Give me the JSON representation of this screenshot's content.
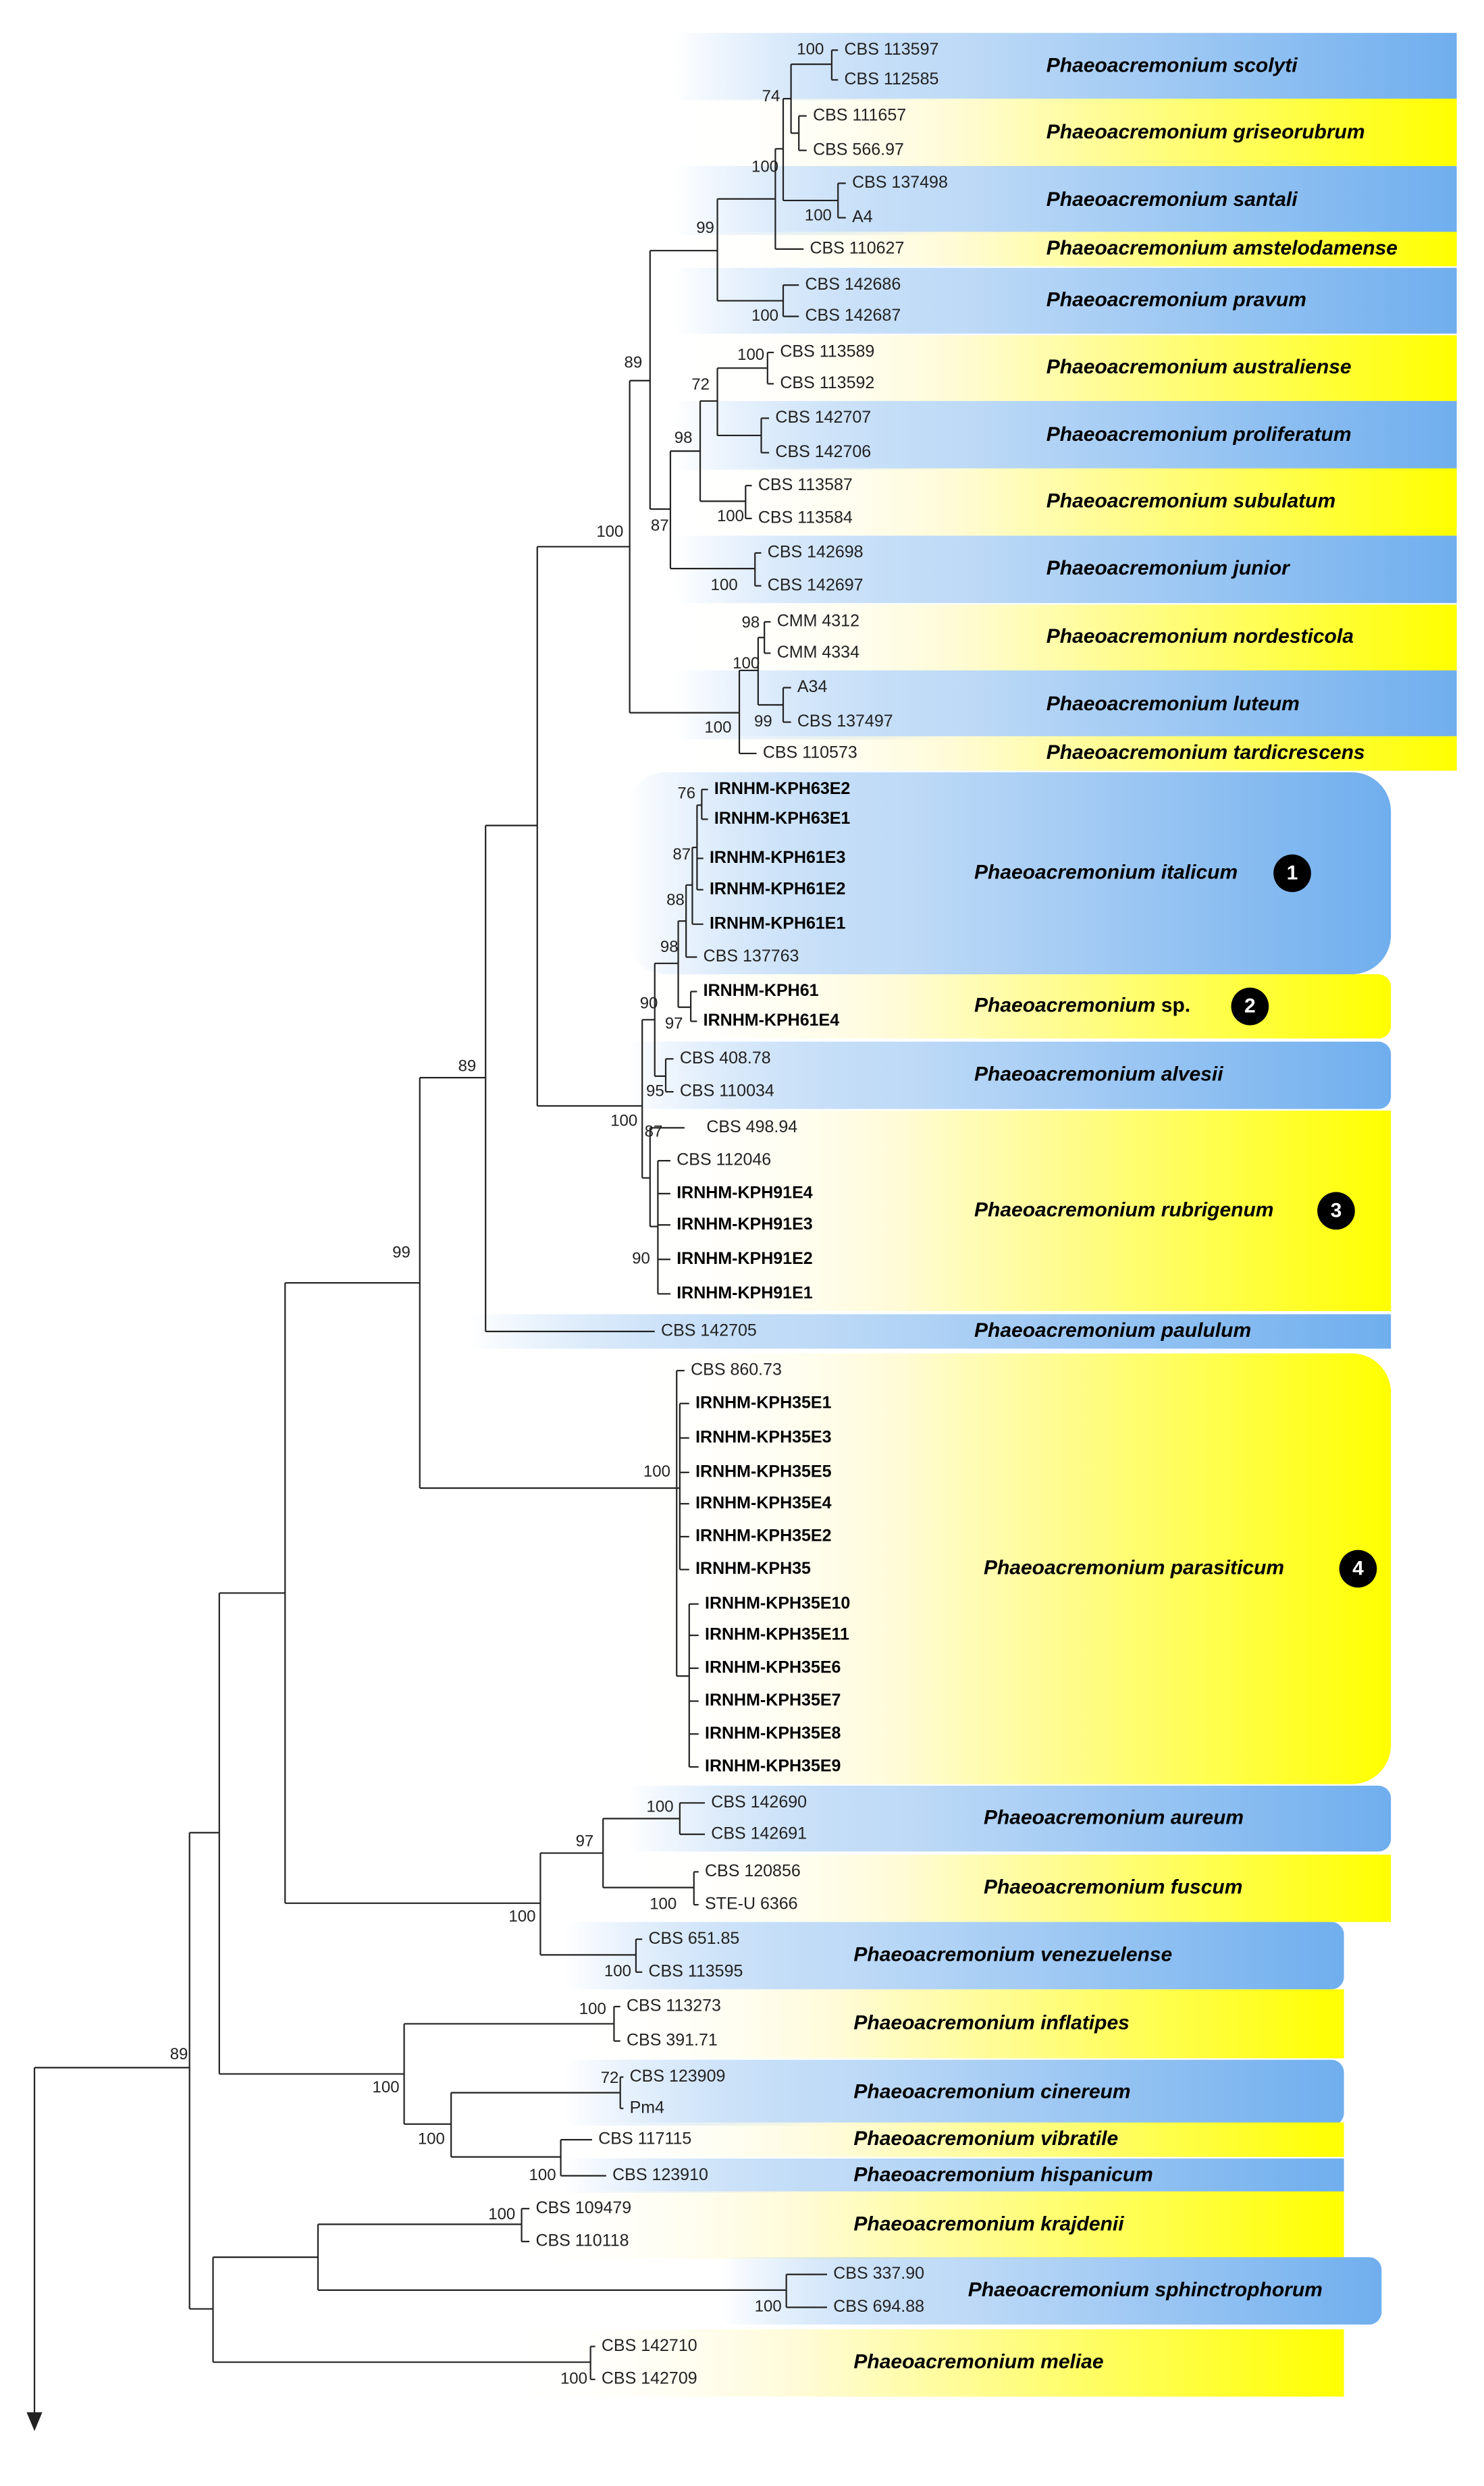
{
  "colors": {
    "blue": "#7fb6f0",
    "yellow": "#ffff00",
    "line": "#222222"
  },
  "clades": [
    {
      "name": "Phaeoacremonium scolyti",
      "color": "blue",
      "strains": [
        "CBS 113597",
        "CBS 112585"
      ]
    },
    {
      "name": "Phaeoacremonium griseorubrum",
      "color": "yellow",
      "strains": [
        "CBS 111657",
        "CBS 566.97"
      ]
    },
    {
      "name": "Phaeoacremonium santali",
      "color": "blue",
      "strains": [
        "CBS 137498",
        "A4"
      ]
    },
    {
      "name": "Phaeoacremonium amstelodamense",
      "color": "yellow",
      "strains": [
        "CBS 110627"
      ]
    },
    {
      "name": "Phaeoacremonium pravum",
      "color": "blue",
      "strains": [
        "CBS 142686",
        "CBS 142687"
      ]
    },
    {
      "name": "Phaeoacremonium australiense",
      "color": "yellow",
      "strains": [
        "CBS 113589",
        "CBS 113592"
      ]
    },
    {
      "name": "Phaeoacremonium proliferatum",
      "color": "blue",
      "strains": [
        "CBS 142707",
        "CBS 142706"
      ]
    },
    {
      "name": "Phaeoacremonium subulatum",
      "color": "yellow",
      "strains": [
        "CBS 113587",
        "CBS 113584"
      ]
    },
    {
      "name": "Phaeoacremonium junior",
      "color": "blue",
      "strains": [
        "CBS 142698",
        "CBS 142697"
      ]
    },
    {
      "name": "Phaeoacremonium nordesticola",
      "color": "yellow",
      "strains": [
        "CMM 4312",
        "CMM 4334"
      ]
    },
    {
      "name": "Phaeoacremonium luteum",
      "color": "blue",
      "strains": [
        "A34",
        "CBS 137497"
      ]
    },
    {
      "name": "Phaeoacremonium tardicrescens",
      "color": "yellow",
      "strains": [
        "CBS 110573"
      ]
    },
    {
      "name": "Phaeoacremonium italicum",
      "color": "blue",
      "badge": "1",
      "strains": [
        "IRNHM-KPH63E2",
        "IRNHM-KPH63E1",
        "IRNHM-KPH61E3",
        "IRNHM-KPH61E2",
        "IRNHM-KPH61E1",
        "CBS 137763"
      ]
    },
    {
      "name": "Phaeoacremonium",
      "suffix": " sp.",
      "color": "yellow",
      "badge": "2",
      "strains": [
        "IRNHM-KPH61",
        "IRNHM-KPH61E4"
      ]
    },
    {
      "name": "Phaeoacremonium alvesii",
      "color": "blue",
      "strains": [
        "CBS 408.78",
        "CBS 110034"
      ]
    },
    {
      "name": "Phaeoacremonium rubrigenum",
      "color": "yellow",
      "badge": "3",
      "strains": [
        "CBS 498.94",
        "CBS 112046",
        "IRNHM-KPH91E4",
        "IRNHM-KPH91E3",
        "IRNHM-KPH91E2",
        "IRNHM-KPH91E1"
      ]
    },
    {
      "name": "Phaeoacremonium paululum",
      "color": "blue",
      "strains": [
        "CBS 142705"
      ]
    },
    {
      "name": "Phaeoacremonium parasiticum",
      "color": "yellow",
      "badge": "4",
      "strains": [
        "CBS 860.73",
        "IRNHM-KPH35E1",
        "IRNHM-KPH35E3",
        "IRNHM-KPH35E5",
        "IRNHM-KPH35E4",
        "IRNHM-KPH35E2",
        "IRNHM-KPH35",
        "IRNHM-KPH35E10",
        "IRNHM-KPH35E11",
        "IRNHM-KPH35E6",
        "IRNHM-KPH35E7",
        "IRNHM-KPH35E8",
        "IRNHM-KPH35E9"
      ]
    },
    {
      "name": "Phaeoacremonium aureum",
      "color": "blue",
      "strains": [
        "CBS 142690",
        "CBS 142691"
      ]
    },
    {
      "name": "Phaeoacremonium fuscum",
      "color": "yellow",
      "strains": [
        "CBS 120856",
        "STE-U 6366"
      ]
    },
    {
      "name": "Phaeoacremonium venezuelense",
      "color": "blue",
      "strains": [
        "CBS 651.85",
        "CBS 113595"
      ]
    },
    {
      "name": "Phaeoacremonium inflatipes",
      "color": "yellow",
      "strains": [
        "CBS 113273",
        "CBS 391.71"
      ]
    },
    {
      "name": "Phaeoacremonium cinereum",
      "color": "blue",
      "strains": [
        "CBS 123909",
        "Pm4"
      ]
    },
    {
      "name": "Phaeoacremonium vibratile",
      "color": "yellow",
      "strains": [
        "CBS 117115"
      ]
    },
    {
      "name": "Phaeoacremonium hispanicum",
      "color": "blue",
      "strains": [
        "CBS 123910"
      ]
    },
    {
      "name": "Phaeoacremonium krajdenii",
      "color": "yellow",
      "strains": [
        "CBS 109479",
        "CBS 110118"
      ]
    },
    {
      "name": "Phaeoacremonium sphinctrophorum",
      "color": "blue",
      "strains": [
        "CBS 337.90",
        "CBS 694.88"
      ]
    },
    {
      "name": "Phaeoacremonium meliae",
      "color": "yellow",
      "strains": [
        "CBS 142710",
        "CBS 142709"
      ]
    }
  ],
  "bootstrap": [
    "100",
    "74",
    "100",
    "100",
    "99",
    "100",
    "100",
    "72",
    "100",
    "98",
    "100",
    "87",
    "100",
    "89",
    "98",
    "100",
    "99",
    "100",
    "76",
    "87",
    "88",
    "98",
    "90",
    "97",
    "95",
    "100",
    "87",
    "90",
    "89",
    "99",
    "100",
    "100",
    "97",
    "100",
    "100",
    "100",
    "100",
    "100",
    "72",
    "100",
    "89",
    "100",
    "100",
    "100"
  ]
}
